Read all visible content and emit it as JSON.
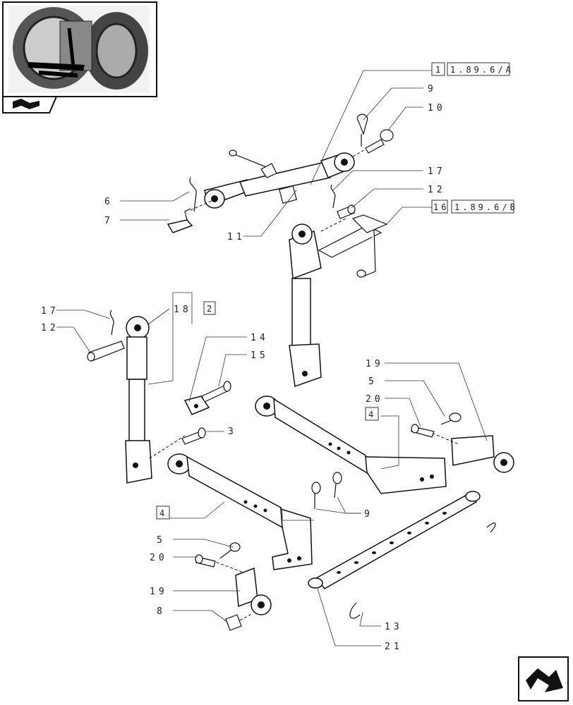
{
  "callouts": {
    "c1": "1",
    "c1_ref": "1.89.6/A",
    "c2": "2",
    "c3": "3",
    "c4a": "4",
    "c4b": "4",
    "c5a": "5",
    "c5b": "5",
    "c6": "6",
    "c7": "7",
    "c8": "8",
    "c9a": "9",
    "c9b": "9",
    "c10": "10",
    "c11": "11",
    "c12a": "12",
    "c12b": "12",
    "c13": "13",
    "c14": "14",
    "c15": "15",
    "c16": "16",
    "c16_ref": "1.89.6/B",
    "c17a": "17",
    "c17b": "17",
    "c18": "18",
    "c19a": "19",
    "c19b": "19",
    "c20a": "20",
    "c20b": "20",
    "c21": "21"
  },
  "icons": {
    "thumbnail": "tractor-hitch-thumbnail",
    "nav_prev": "book-arrow-icon",
    "nav_next": "forward-arrow-icon"
  }
}
